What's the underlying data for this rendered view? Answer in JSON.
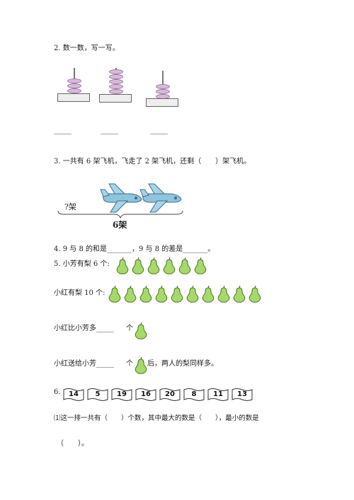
{
  "q2": {
    "title": "2. 数一数，写一写。",
    "abacus_bead_counts": [
      3,
      5,
      3
    ],
    "blanks": [
      "______",
      "______",
      "______"
    ]
  },
  "q3": {
    "title": "3. 一共有 6 架飞机，飞走了 2 架飞机，还剩（　　）架飞机。",
    "label_unknown": "?架",
    "label_total": "6架",
    "plane_count": 2
  },
  "q4": {
    "text": "4. 9 与 8 的和是_______，9 与 8 的差是_______。"
  },
  "q5": {
    "line1": "5. 小芳有梨 6 个:",
    "line1_pear_count": 6,
    "line2": "小红有梨 10 个:",
    "line2_pear_count": 10,
    "line3_pre": "小红比小芳多_____",
    "line3_post": "个",
    "line4_pre": "小红送给小芳_____",
    "line4_mid": "个",
    "line4_post": "后，两人的梨同样多。"
  },
  "q6": {
    "number": "6.",
    "flags": [
      "14",
      "5",
      "19",
      "16",
      "20",
      "8",
      "11",
      "13"
    ],
    "part1": "⑴这一排一共有（　　）个数，其中最大的数是（　　），最小的数是",
    "part1_cont": "（　　）。"
  },
  "colors": {
    "pear_fill": "#a8d86a",
    "pear_stroke": "#3f7a1e",
    "bead": "#d9b9dc",
    "plane": "#8fc4dc"
  }
}
